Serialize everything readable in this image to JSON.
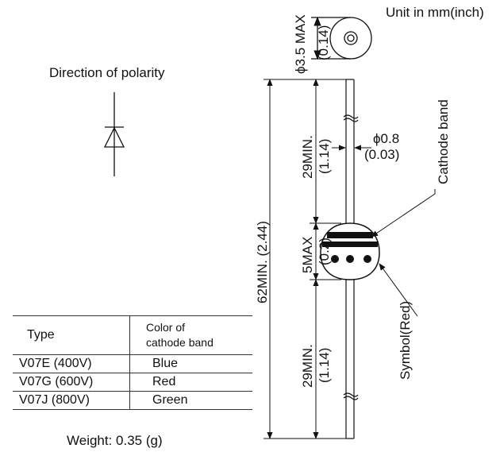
{
  "unit_note": "Unit in mm(inch)",
  "polarity_label": "Direction of polarity",
  "weight_label": "Weight: 0.35 (g)",
  "dimensions": {
    "head_diameter": "ϕ3.5 MAX",
    "head_diameter_inch": "(0.14)",
    "lead_length_top": "29MIN.",
    "lead_length_top_inch": "(1.14)",
    "lead_diameter": "ϕ0.8",
    "lead_diameter_inch": "(0.03)",
    "body_length": "5MAX",
    "body_length_inch": "(0.2)",
    "overall_length": "62MIN. (2.44)",
    "lead_length_bottom": "29MIN.",
    "lead_length_bottom_inch": "(1.14)"
  },
  "callouts": {
    "cathode_band": "Cathode band",
    "symbol": "Symbol(Red)"
  },
  "table": {
    "header_type": "Type",
    "header_color_line1": "Color of",
    "header_color_line2": "cathode band",
    "rows": [
      {
        "type": "V07E (400V)",
        "color": "Blue"
      },
      {
        "type": "V07G (600V)",
        "color": "Red"
      },
      {
        "type": "V07J  (800V)",
        "color": "Green"
      }
    ]
  }
}
